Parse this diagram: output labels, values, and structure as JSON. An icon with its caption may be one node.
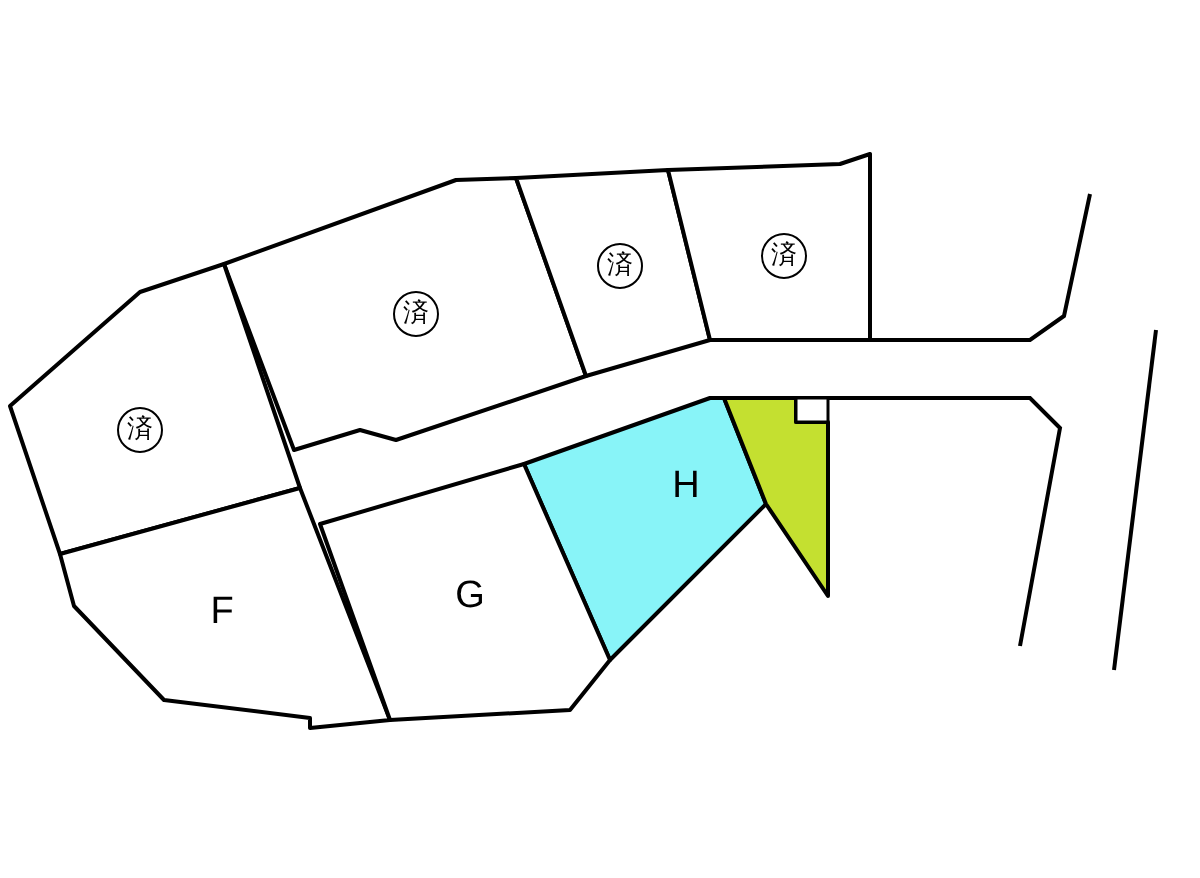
{
  "diagram": {
    "nodes": [
      {
        "text": [
          "済"
        ]
      },
      {
        "text": [
          "済"
        ]
      },
      {
        "text": [
          "済"
        ]
      },
      {
        "text": [
          "済"
        ]
      },
      {
        "text": [
          "H"
        ]
      },
      {
        "text": [],
        "shape": "triangle"
      },
      {
        "text": [
          "F"
        ]
      },
      {
        "text": [
          "G"
        ]
      }
    ]
  }
}
